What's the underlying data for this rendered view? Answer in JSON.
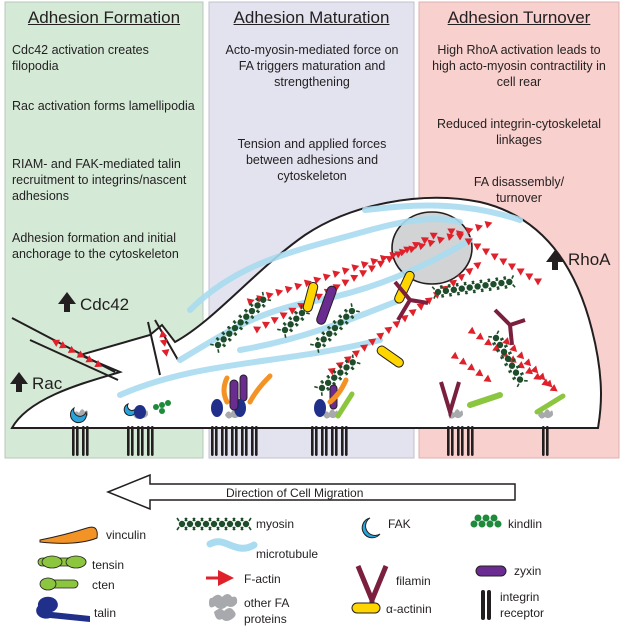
{
  "panels": [
    {
      "title": "Adhesion Formation",
      "color": "#d4e9d6",
      "paragraphs": [
        "Cdc42 activation creates filopodia",
        "Rac activation forms lamellipodia",
        "RIAM- and FAK-mediated talin recruitment to integrins/nascent adhesions",
        "Adhesion formation and initial anchorage to the cytoskeleton"
      ]
    },
    {
      "title": "Adhesion Maturation",
      "color": "#e3e3ef",
      "paragraphs": [
        "Acto-myosin-mediated force on FA triggers maturation and strengthening",
        "Tension and applied forces between adhesions and cytoskeleton"
      ]
    },
    {
      "title": "Adhesion Turnover",
      "color": "#f8d0cd",
      "paragraphs": [
        "High RhoA activation leads to high acto-myosin contractility in cell rear",
        "Reduced integrin-cytoskeletal linkages",
        "FA disassembly/ turnover"
      ]
    }
  ],
  "signals": {
    "cdc42": "Cdc42",
    "rac": "Rac",
    "rhoa": "RhoA"
  },
  "migration_label": "Direction of Cell Migration",
  "legend": {
    "vinculin": "vinculin",
    "myosin": "myosin",
    "fak": "FAK",
    "kindlin": "kindlin",
    "microtubule": "microtubule",
    "tensin": "tensin",
    "cten": "cten",
    "zyxin": "zyxin",
    "factin": "F-actin",
    "filamin": "filamin",
    "talin": "talin",
    "other_fa_line1": "other FA",
    "other_fa_line2": "proteins",
    "actinin": "α-actinin",
    "integrin_line1": "integrin",
    "integrin_line2": "receptor"
  },
  "colors": {
    "vinculin": "#f39325",
    "myosin": "#1e4d2b",
    "fak": "#29a3db",
    "kindlin": "#1e8a3c",
    "microtubule": "#a9dcf0",
    "tensin": "#8cc63f",
    "zyxin": "#6b2c91",
    "factin": "#e0202b",
    "filamin": "#7a1f3d",
    "talin": "#1f2f8a",
    "actinin": "#ffd500",
    "integrin": "#231f20",
    "other_fa": "#a7a9ac"
  }
}
